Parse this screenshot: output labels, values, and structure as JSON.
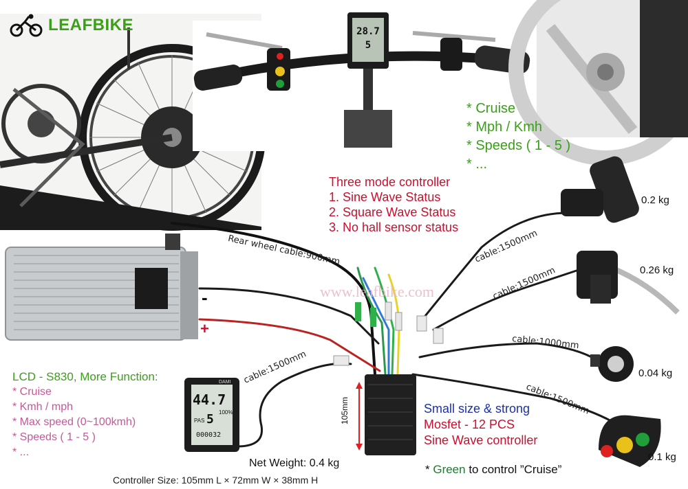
{
  "brand": {
    "name": "LEAFBIKE"
  },
  "watermark": "www.leafbike.com",
  "lcd_top": {
    "speed": "28.7",
    "level": "5"
  },
  "lcd_small": {
    "speed": "44.7",
    "percent": "100%",
    "pas_label": "PAS",
    "level": "5",
    "odo": "000032",
    "brand_mark": "DAMI"
  },
  "features_top": {
    "items": [
      "* Cruise",
      "* Mph / Kmh",
      "* Speeds ( 1 - 5 )",
      "* ..."
    ]
  },
  "controller_modes": {
    "title": "Three mode controller",
    "items": [
      "1. Sine Wave Status",
      "2. Square Wave Status",
      "3. No hall sensor status"
    ]
  },
  "cables": {
    "rear_wheel": "Rear wheel cable:900mm",
    "throttle": "cable:1500mm",
    "brake": "cable:1500mm",
    "pas": "cable:1000mm",
    "switch": "cable:1500mm",
    "lcd": "cable:1500mm"
  },
  "weights": {
    "throttle": "0.2 kg",
    "brake": "0.26 kg",
    "pas": "0.04 kg",
    "switch": "0.1 kg"
  },
  "battery": {
    "minus": "-",
    "plus": "+"
  },
  "lcd_features": {
    "title": "LCD - S830, More Function:",
    "items": [
      "* Cruise",
      "* Kmh / mph",
      "* Max speed (0~100kmh)",
      "* Speeds ( 1 - 5 )",
      "* ..."
    ]
  },
  "controller": {
    "height": "105mm",
    "features": [
      "Small size & strong",
      "Mosfet - 12 PCS",
      "Sine Wave controller"
    ],
    "net_weight": "Net Weight: 0.4 kg",
    "size": "Controller Size: 105mm L × 72mm W × 38mm H",
    "cruise_note_prefix": "* ",
    "cruise_note_green": "Green",
    "cruise_note_rest": " to control ”Cruise”"
  },
  "colors": {
    "feature_green": "#3aa018",
    "mode_red": "#c8102e",
    "lcd_pink": "#c25a95",
    "controller_blue": "#1a2fb0"
  }
}
